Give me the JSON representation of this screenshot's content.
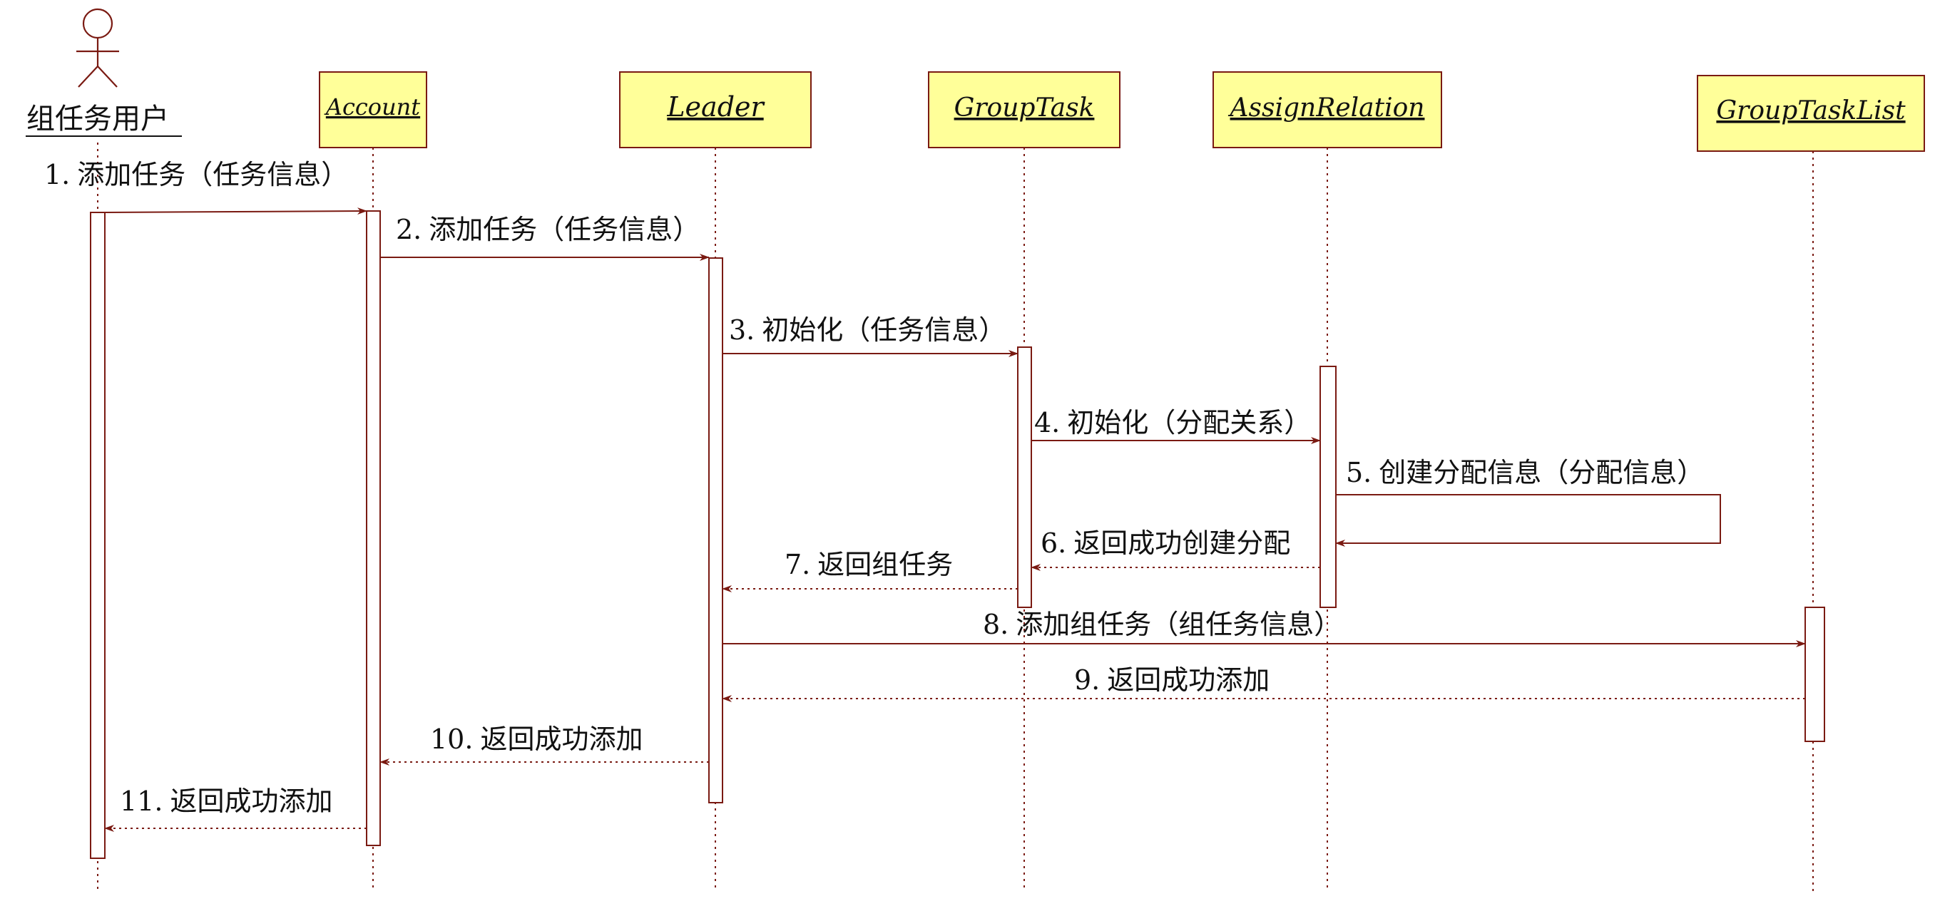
{
  "colors": {
    "line": "#7a1a12",
    "box_fill": "#ffff99",
    "text": "#111111",
    "background": "#ffffff"
  },
  "actor": {
    "icon": "stick-figure-icon",
    "label": "组任务用户"
  },
  "objects": [
    {
      "id": "account",
      "label": "Account"
    },
    {
      "id": "leader",
      "label": "Leader"
    },
    {
      "id": "grouptask",
      "label": "GroupTask"
    },
    {
      "id": "assignrelation",
      "label": "AssignRelation"
    },
    {
      "id": "grouptasklist",
      "label": "GroupTaskList"
    }
  ],
  "messages": [
    {
      "number": "1.",
      "text": "添加任务（任务信息）",
      "from": "user",
      "to": "account",
      "kind": "call"
    },
    {
      "number": "2.",
      "text": "添加任务（任务信息）",
      "from": "account",
      "to": "leader",
      "kind": "call"
    },
    {
      "number": "3.",
      "text": "初始化（任务信息）",
      "from": "leader",
      "to": "grouptask",
      "kind": "call"
    },
    {
      "number": "4.",
      "text": "初始化（分配关系）",
      "from": "grouptask",
      "to": "assignrelation",
      "kind": "call"
    },
    {
      "number": "5.",
      "text": "创建分配信息（分配信息）",
      "from": "assignrelation",
      "to": "assignrelation",
      "kind": "self"
    },
    {
      "number": "6.",
      "text": "返回成功创建分配",
      "from": "assignrelation",
      "to": "grouptask",
      "kind": "return"
    },
    {
      "number": "7.",
      "text": "返回组任务",
      "from": "grouptask",
      "to": "leader",
      "kind": "return"
    },
    {
      "number": "8.",
      "text": "添加组任务（组任务信息）",
      "from": "leader",
      "to": "grouptasklist",
      "kind": "call"
    },
    {
      "number": "9.",
      "text": "返回成功添加",
      "from": "grouptasklist",
      "to": "leader",
      "kind": "return"
    },
    {
      "number": "10.",
      "text": "返回成功添加",
      "from": "leader",
      "to": "account",
      "kind": "return"
    },
    {
      "number": "11.",
      "text": "返回成功添加",
      "from": "account",
      "to": "user",
      "kind": "return"
    }
  ]
}
